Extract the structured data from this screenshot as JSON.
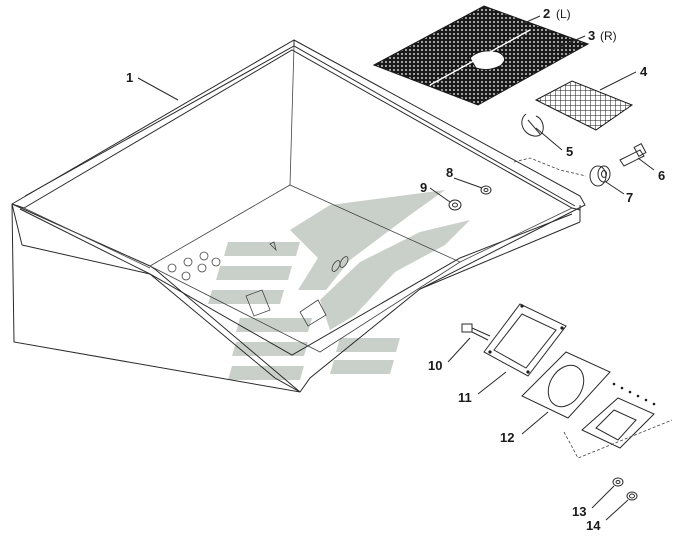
{
  "diagram": {
    "subject": "hopper body exploded parts view",
    "callouts": [
      {
        "id": "1",
        "number": "1",
        "suffix": ""
      },
      {
        "id": "2",
        "number": "2",
        "suffix": "(L)"
      },
      {
        "id": "3",
        "number": "3",
        "suffix": "(R)"
      },
      {
        "id": "4",
        "number": "4",
        "suffix": ""
      },
      {
        "id": "5",
        "number": "5",
        "suffix": ""
      },
      {
        "id": "6",
        "number": "6",
        "suffix": ""
      },
      {
        "id": "7",
        "number": "7",
        "suffix": ""
      },
      {
        "id": "8",
        "number": "8",
        "suffix": ""
      },
      {
        "id": "9",
        "number": "9",
        "suffix": ""
      },
      {
        "id": "10",
        "number": "10",
        "suffix": ""
      },
      {
        "id": "11",
        "number": "11",
        "suffix": ""
      },
      {
        "id": "12",
        "number": "12",
        "suffix": ""
      },
      {
        "id": "13",
        "number": "13",
        "suffix": ""
      },
      {
        "id": "14",
        "number": "14",
        "suffix": ""
      }
    ],
    "colors": {
      "ink": "#2a2a2a",
      "watermark": "#c9d0c9",
      "mesh": "#1a1a1a",
      "background": "#ffffff"
    }
  }
}
